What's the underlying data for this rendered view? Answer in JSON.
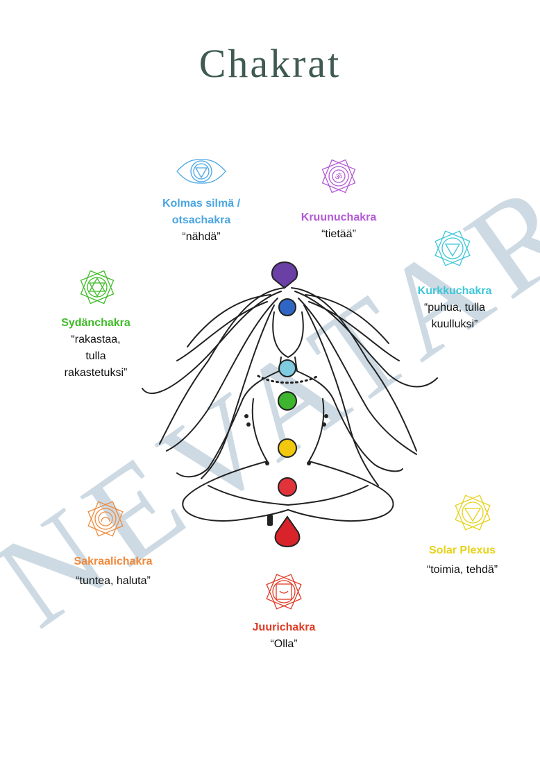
{
  "title": "Chakrat",
  "watermark": "NEVATAR",
  "chakras": {
    "third_eye": {
      "name_line1": "Kolmas silmä /",
      "name_line2": "otsachakra",
      "desc": "“nähdä”",
      "color": "#4aa6e3"
    },
    "crown": {
      "name": "Kruunuchakra",
      "desc": "“tietää”",
      "color": "#b35ad6"
    },
    "throat": {
      "name": "Kurkkuchakra",
      "desc_line1": "“puhua, tulla",
      "desc_line2": "kuulluksi”",
      "color": "#3ec6d8"
    },
    "heart": {
      "name": "Sydänchakra",
      "desc_line1": "“rakastaa,",
      "desc_line2": "tulla",
      "desc_line3": "rakastetuksi”",
      "color": "#3ebb27"
    },
    "solar_plexus": {
      "name": "Solar Plexus",
      "desc": "“toimia, tehdä”",
      "color": "#e6d21a"
    },
    "sacral": {
      "name": "Sakraalichakra",
      "desc": "“tuntea, haluta”",
      "color": "#f0893a"
    },
    "root": {
      "name": "Juurichakra",
      "desc": "“Olla”",
      "color": "#e03a24"
    }
  },
  "body_dot_colors": [
    "#6a3fa6",
    "#2f66c4",
    "#7fcbe0",
    "#3db52e",
    "#f2c80f",
    "#e2333b",
    "#d8232a"
  ]
}
